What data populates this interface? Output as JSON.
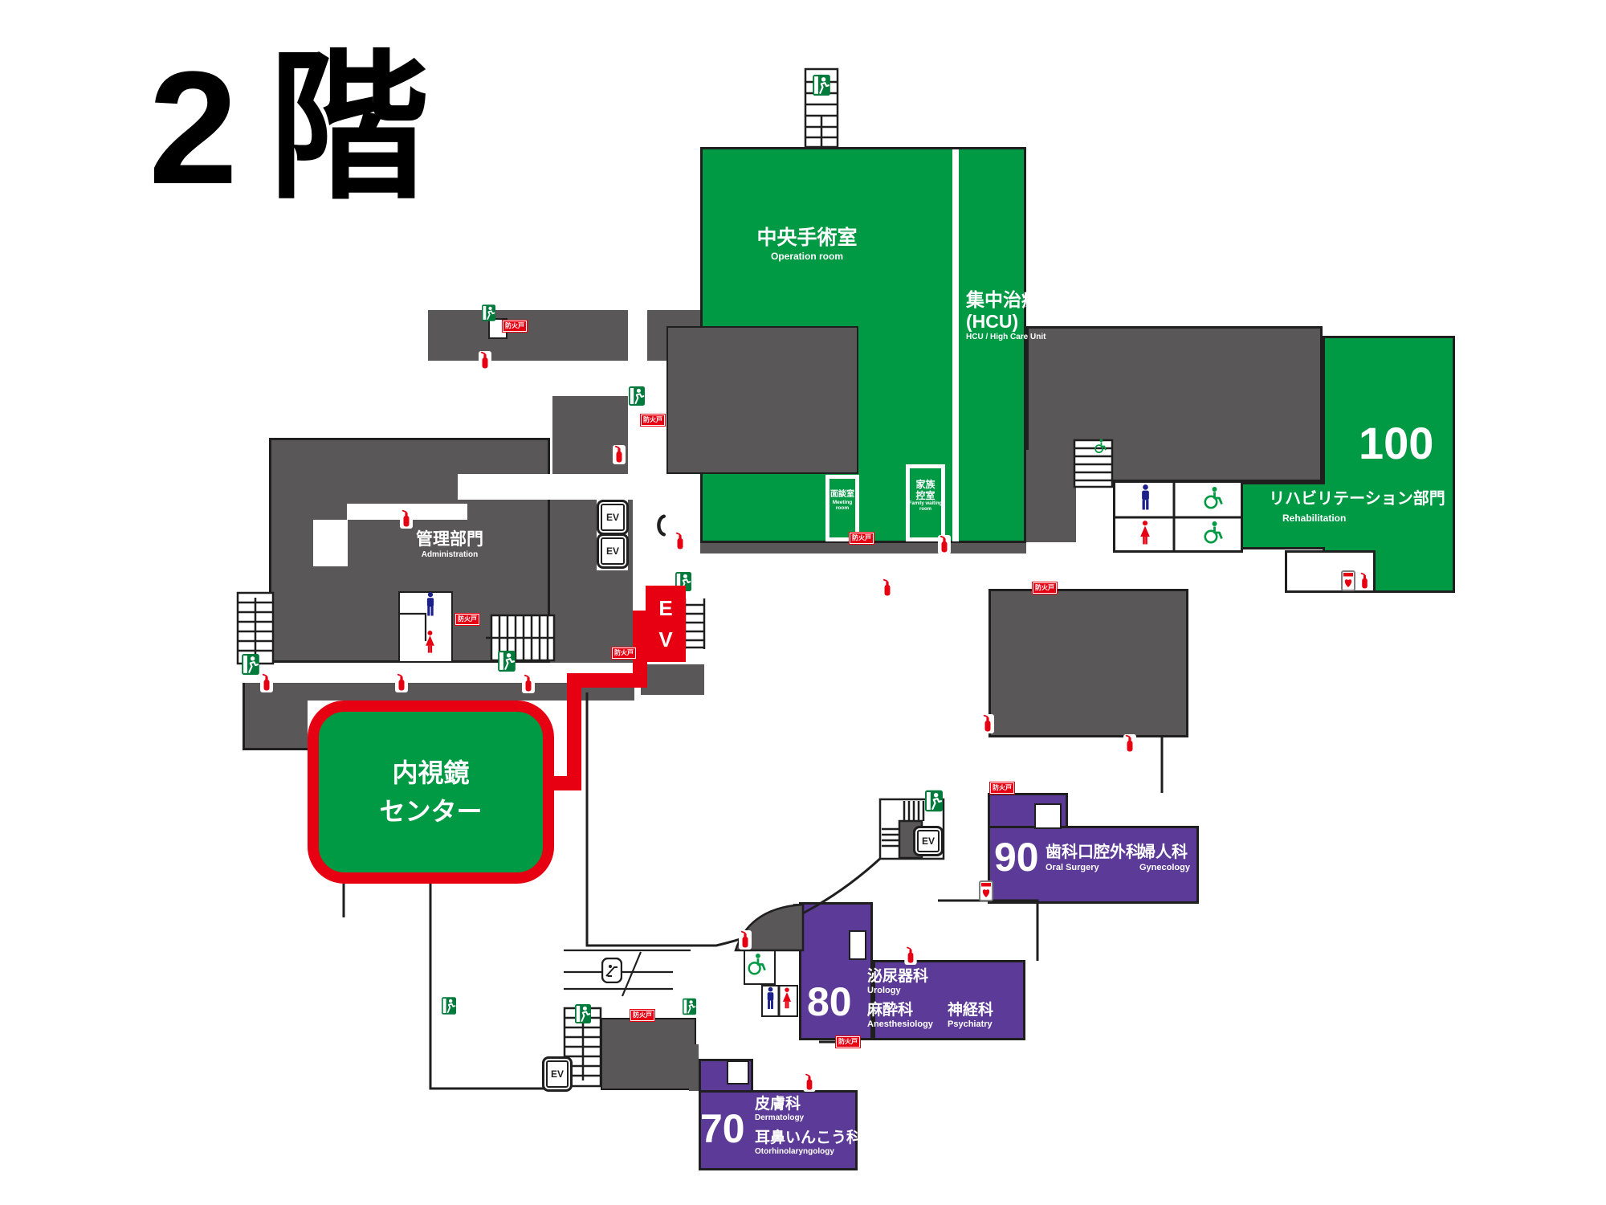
{
  "title": "2階",
  "colors": {
    "department_green": "#009944",
    "service_gray": "#595757",
    "clinic_purple": "#5C3A97",
    "route_red": "#E60012",
    "male_blue": "#1D2088",
    "female_red": "#E60012"
  },
  "rooms": {
    "operation_room": {
      "jp": "中央手術室",
      "en": "Operation room"
    },
    "hcu": {
      "jp": "集中治療室",
      "sub": "(HCU)",
      "en": "HCU / High Care Unit"
    },
    "meeting_room": {
      "jp": "面談室",
      "en": "Meeting room"
    },
    "family_waiting_room": {
      "jp_line1": "家族",
      "jp_line2": "控室",
      "en": "Family waiting room"
    },
    "rehabilitation": {
      "number": "100",
      "jp": "リハビリテーション部門",
      "en": "Rehabilitation"
    },
    "administration": {
      "jp": "管理部門",
      "en": "Administration"
    },
    "endoscopy_center": {
      "jp_line1": "内視鏡",
      "jp_line2": "センター"
    },
    "dept_90": {
      "number": "90",
      "depts": [
        {
          "jp": "歯科口腔外科",
          "en": "Oral Surgery"
        },
        {
          "jp": "婦人科",
          "en": "Gynecology"
        }
      ]
    },
    "dept_80": {
      "number": "80",
      "depts": [
        {
          "jp": "泌尿器科",
          "en": "Urology"
        },
        {
          "jp": "麻酔科",
          "en": "Anesthesiology"
        },
        {
          "jp": "神経科",
          "en": "Psychiatry"
        }
      ]
    },
    "dept_70": {
      "number": "70",
      "depts": [
        {
          "jp": "皮膚科",
          "en": "Dermatology"
        },
        {
          "jp": "耳鼻いんこう科",
          "en": "Otorhinolaryngology"
        }
      ]
    }
  },
  "labels": {
    "ev": "EV",
    "ev_red_l1": "E",
    "ev_red_l2": "V",
    "fire_door": "防火戸"
  },
  "icon_legend": {
    "fire-extinguisher-icon": "red extinguisher pictogram",
    "emergency-exit-icon": "green running man exit sign",
    "wheelchair-icon": "accessible toilet (green wheelchair)",
    "male-toilet-icon": "blue male pictogram",
    "female-toilet-icon": "red female pictogram",
    "aed-icon": "AED box with red heart",
    "elevator-icon": "EV box",
    "escalator-icon": "escalator pictogram",
    "phone-icon": "public telephone"
  }
}
